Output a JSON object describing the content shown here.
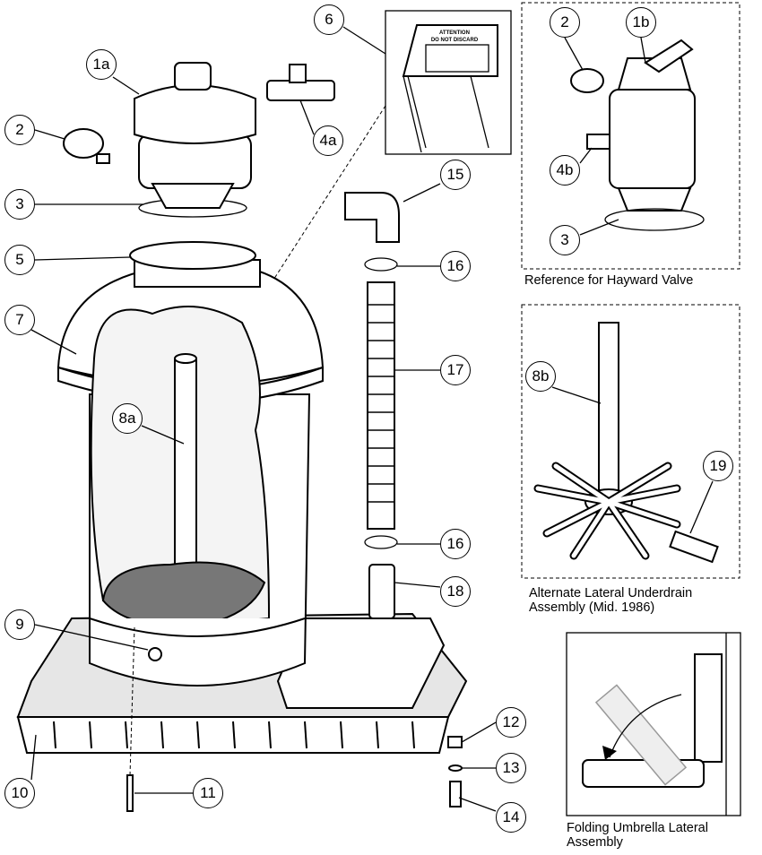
{
  "callouts": {
    "c1a": "1a",
    "c2": "2",
    "c3": "3",
    "c4a": "4a",
    "c5": "5",
    "c6": "6",
    "c7": "7",
    "c8a": "8a",
    "c9": "9",
    "c10": "10",
    "c11": "11",
    "c12": "12",
    "c13": "13",
    "c14": "14",
    "c15": "15",
    "c16a": "16",
    "c17": "17",
    "c16b": "16",
    "c18": "18",
    "c19": "19",
    "c2r": "2",
    "c1b": "1b",
    "c4b": "4b",
    "c3r": "3",
    "c8b": "8b"
  },
  "sign": {
    "line1": "ATTENTION",
    "line2": "DO NOT DISCARD"
  },
  "captions": {
    "hayward": "Reference for Hayward Valve",
    "alternate_1": "Alternate Lateral Underdrain",
    "alternate_2": "Assembly (Mid. 1986)",
    "folding_1": "Folding Umbrella Lateral",
    "folding_2": "Assembly"
  }
}
